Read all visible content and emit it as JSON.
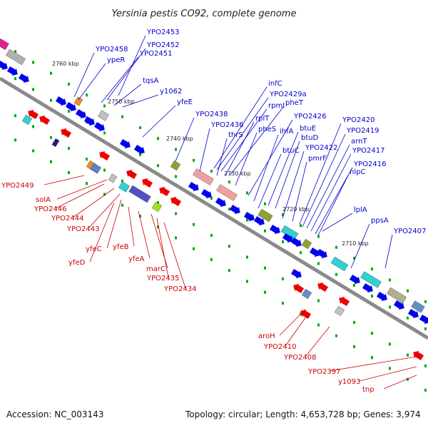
{
  "title": "Yersinia pestis CO92, complete genome",
  "footer": {
    "accession": "Accession: NC_003143",
    "summary": "Topology: circular; Length: 4,653,728 bp; Genes: 3,974"
  },
  "colors": {
    "backbone": "#8a8a8a",
    "forward_label": "#0000cc",
    "reverse_label": "#cc0000",
    "forward_arrow": "#0000ee",
    "reverse_arrow": "#ee0000",
    "tick": "#00aa00"
  },
  "scale_labels": [
    "2760 kbp",
    "2750 kbp",
    "2740 kbp",
    "2730 kbp",
    "2720 kbp",
    "2710 kbp"
  ],
  "forward_genes": [
    "YPO2453",
    "YPO2458",
    "YPO2452",
    "ypeR",
    "YPO2451",
    "tqsA",
    "y1062",
    "yfeE",
    "infC",
    "YPO2429a",
    "rpmI",
    "pheT",
    "rplT",
    "YPO2438",
    "YPO2426",
    "pheS",
    "YPO2436",
    "ihfA",
    "thrS",
    "btuE",
    "btuD",
    "btuC",
    "YPO2422",
    "pmrF",
    "YPO2420",
    "YPO2419",
    "arnT",
    "YPO2417",
    "YPO2416",
    "nlpC",
    "lplA",
    "ppsA",
    "YPO2407"
  ],
  "reverse_genes": [
    "YPO2449",
    "solA",
    "YPO2446",
    "YPO2444",
    "YPO2443",
    "yfeC",
    "yfeB",
    "yfeD",
    "yfeA",
    "marC",
    "YPO2435",
    "YPO2434",
    "aroH",
    "YPO2410",
    "YPO2408",
    "YPO2397",
    "y1093",
    "tnp"
  ]
}
